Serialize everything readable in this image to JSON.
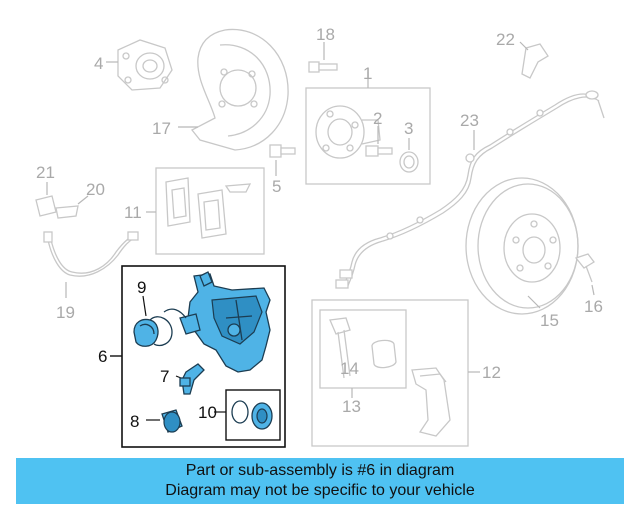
{
  "callouts": {
    "c1": "1",
    "c2": "2",
    "c3": "3",
    "c4": "4",
    "c5": "5",
    "c6": "6",
    "c7": "7",
    "c8": "8",
    "c9": "9",
    "c10": "10",
    "c11": "11",
    "c12": "12",
    "c13": "13",
    "c14": "14",
    "c15": "15",
    "c16": "16",
    "c17": "17",
    "c18": "18",
    "c19": "19",
    "c20": "20",
    "c21": "21",
    "c22": "22",
    "c23": "23"
  },
  "banner": {
    "line1": "Part or sub-assembly is #6 in diagram",
    "line2": "Diagram may not be specific to your vehicle"
  },
  "colors": {
    "highlight": "#4fb3e6",
    "banner": "#4fc2f2",
    "ghost": "#c8c8c8"
  }
}
